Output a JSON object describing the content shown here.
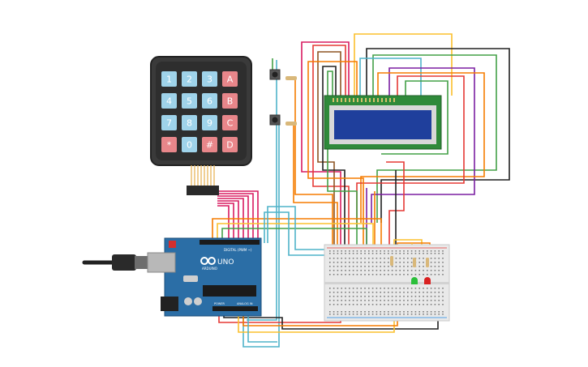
{
  "keypad": {
    "rows": [
      [
        "1",
        "2",
        "3",
        "A"
      ],
      [
        "4",
        "5",
        "6",
        "B"
      ],
      [
        "7",
        "8",
        "9",
        "C"
      ],
      [
        "*",
        "0",
        "#",
        "D"
      ]
    ],
    "digit_color": "#9fd3ea",
    "letter_color": "#e8868a"
  },
  "arduino": {
    "brand": "ARDUINO",
    "model": "UNO",
    "digital_label": "DIGITAL (PWM ~)",
    "power_label": "POWER",
    "analog_label": "ANALOG IN",
    "board_color": "#2b6ea6"
  },
  "lcd": {
    "screen_color": "#1f3f9c",
    "pcb_color": "#2f8a3a"
  },
  "leds": [
    {
      "color": "#2bbf3a"
    },
    {
      "color": "#d92020"
    }
  ],
  "wire_colors": {
    "red": "#e53935",
    "green": "#43a047",
    "yellow": "#fbc02d",
    "orange": "#f57c00",
    "purple": "#7b1fa2",
    "magenta": "#d81b60",
    "cyan": "#4fb3c9",
    "black": "#212121",
    "brown": "#8d5524"
  }
}
